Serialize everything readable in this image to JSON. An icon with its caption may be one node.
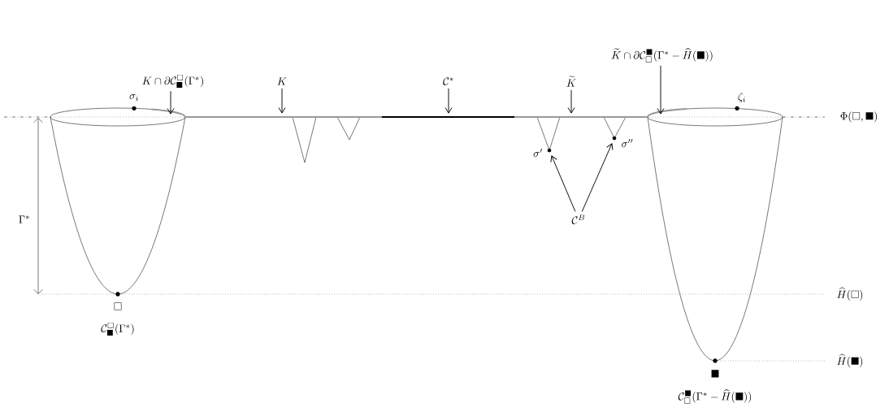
{
  "diagram": {
    "nodes": [
      {
        "text": [
          "K \\cap \\partial\\mathcal{C}^{\\square}_{\\blacksquare}(\\Gamma^*)"
        ]
      },
      {
        "text": [
          "K"
        ]
      },
      {
        "text": [
          "\\mathcal{C}^*"
        ]
      },
      {
        "text": [
          "\\widetilde{K}"
        ]
      },
      {
        "text": [
          "\\widetilde{K} \\cap \\partial\\mathcal{C}^{\\blacksquare}_{\\square}(\\Gamma^* - \\widehat{H}(\\blacksquare))"
        ]
      },
      {
        "text": [
          "\\mathcal{C}^B"
        ]
      },
      {
        "text": [],
        "shape": "circle",
        "beside": [
          "\\sigma'"
        ]
      },
      {
        "text": [],
        "shape": "circle",
        "beside": [
          "\\sigma''"
        ]
      },
      {
        "text": [],
        "shape": "arc"
      },
      {
        "text": [],
        "shape": "line"
      },
      {
        "text": [],
        "shape": "line"
      },
      {
        "text": [],
        "shape": "line"
      },
      {
        "text": [],
        "shape": "arc"
      }
    ],
    "edges": [
      {
        "from": 0,
        "to": 8,
        "arrow": "to"
      },
      {
        "from": 1,
        "to": 9,
        "arrow": "to"
      },
      {
        "from": 2,
        "to": 10,
        "arrow": "to"
      },
      {
        "from": 3,
        "to": 11,
        "arrow": "to"
      },
      {
        "from": 4,
        "to": 12,
        "arrow": "to"
      },
      {
        "from": 5,
        "to": 6,
        "arrow": "to"
      },
      {
        "from": 5,
        "to": 7,
        "arrow": "to"
      }
    ],
    "labels": [
      "\\sigma_i",
      "\\zeta_i",
      "\\Phi(\\square,\\blacksquare)",
      "\\Gamma^*",
      "\\widehat{H}(\\square)",
      "\\square",
      "\\mathcal{C}^{\\square}_{\\blacksquare}(\\Gamma^*)",
      "\\widehat{H}(\\blacksquare)",
      "\\blacksquare",
      "\\mathcal{C}^{\\blacksquare}_{\\square}(\\Gamma^* - \\widehat{H}(\\blacksquare))"
    ]
  }
}
